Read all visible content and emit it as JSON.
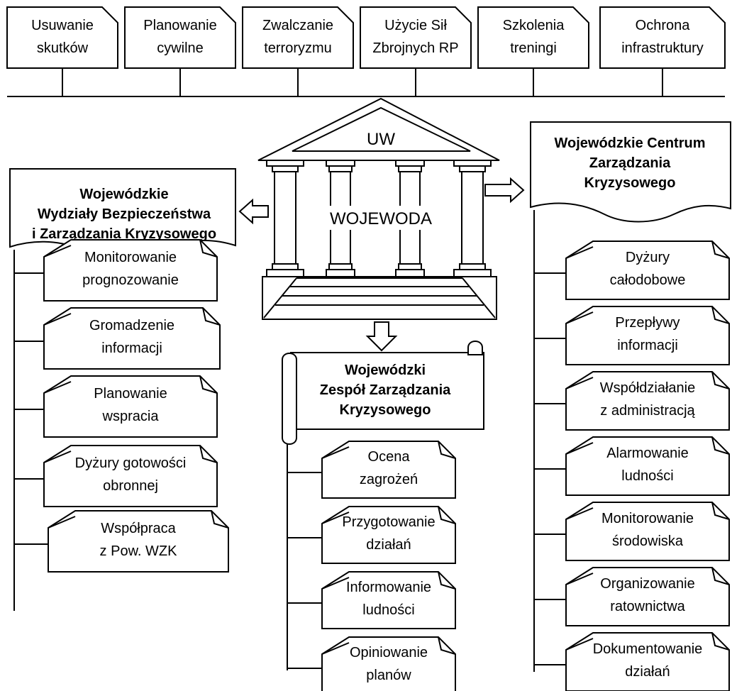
{
  "top_tasks": [
    [
      "Usuwanie",
      "skutków"
    ],
    [
      "Planowanie",
      "cywilne"
    ],
    [
      "Zwalczanie",
      "terroryzmu"
    ],
    [
      "Użycie Sił",
      "Zbrojnych RP"
    ],
    [
      "Szkolenia",
      "treningi"
    ],
    [
      "Ochrona",
      "infrastruktury"
    ]
  ],
  "center": {
    "roof_label": "UW",
    "main_label": "WOJEWODA"
  },
  "left": {
    "title": [
      "Wojewódzkie",
      "Wydziały Bezpieczeństwa",
      "i Zarządzania Kryzysowego"
    ],
    "items": [
      [
        "Monitorowanie",
        "prognozowanie"
      ],
      [
        "Gromadzenie",
        "informacji"
      ],
      [
        "Planowanie",
        "wspracia"
      ],
      [
        "Dyżury gotowości",
        "obronnej"
      ],
      [
        "Współpraca",
        "z Pow. WZK"
      ]
    ]
  },
  "middle": {
    "title": [
      "Wojewódzki",
      "Zespół Zarządzania",
      "Kryzysowego"
    ],
    "items": [
      [
        "Ocena",
        "zagrożeń"
      ],
      [
        "Przygotowanie",
        "działań"
      ],
      [
        "Informowanie",
        "ludności"
      ],
      [
        "Opiniowanie",
        "planów"
      ]
    ]
  },
  "right": {
    "title": [
      "Wojewódzkie Centrum",
      "Zarządzania",
      "Kryzysowego"
    ],
    "items": [
      [
        "Dyżury",
        "całodobowe"
      ],
      [
        "Przepływy",
        "informacji"
      ],
      [
        "Współdziałanie",
        "z administracją"
      ],
      [
        "Alarmowanie",
        "ludności"
      ],
      [
        "Monitorowanie",
        "środowiska"
      ],
      [
        "Organizowanie",
        "ratownictwa"
      ],
      [
        "Dokumentowanie",
        "działań"
      ]
    ]
  }
}
